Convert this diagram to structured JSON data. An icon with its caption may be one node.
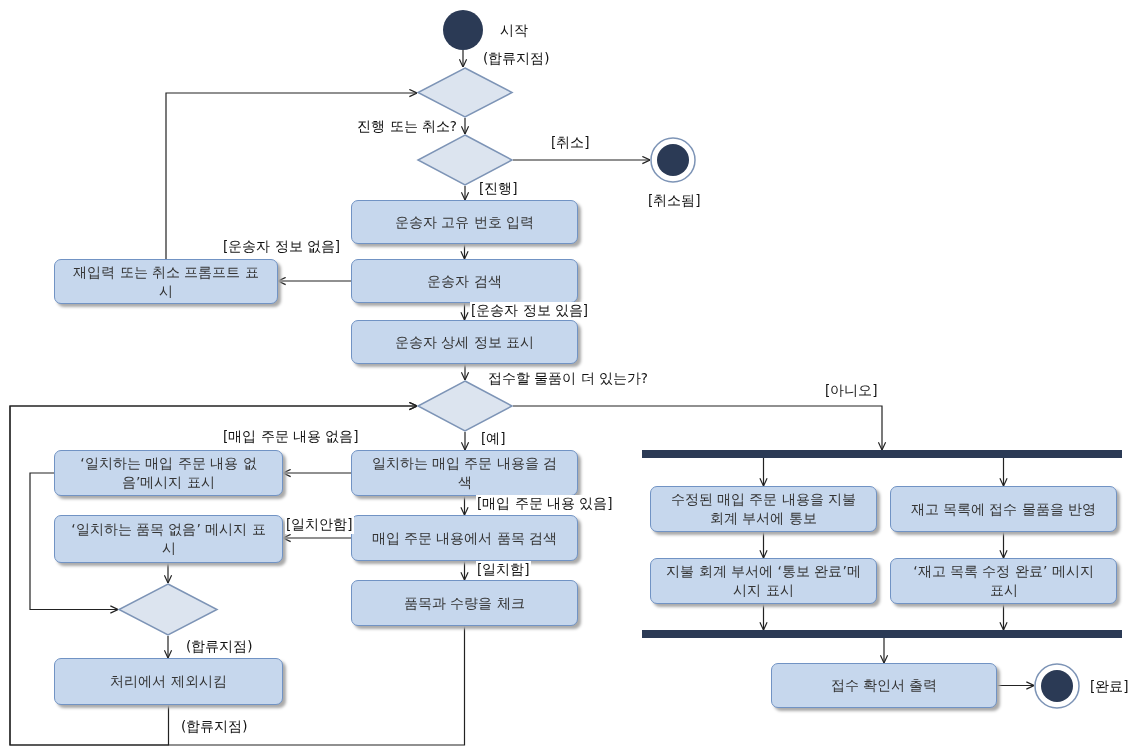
{
  "diagram": {
    "nodes": [
      {
        "text": [],
        "shape": "circle",
        "beside": [
          "시작"
        ]
      },
      {
        "text": [],
        "shape": "diamond",
        "beside": [
          "(합류지점)"
        ]
      },
      {
        "text": [],
        "shape": "diamond",
        "beside": [
          "진행 또는 취소?"
        ]
      },
      {
        "text": [],
        "shape": "circle",
        "beside": [
          "[취소됨]"
        ]
      },
      {
        "text": [
          "운송자 고유 번호 입력"
        ]
      },
      {
        "text": [
          "운송자 검색"
        ]
      },
      {
        "text": [
          "재입력 또는 취소 프롬프트 표시"
        ]
      },
      {
        "text": [
          "운송자 상세 정보 표시"
        ]
      },
      {
        "text": [],
        "shape": "diamond",
        "beside": [
          "접수할 물품이 더 있는가?"
        ]
      },
      {
        "text": [
          "일치하는 매입 주문 내용을 검색"
        ]
      },
      {
        "text": [
          "‘일치하는 매입 주문 내용 없음’메시지 표시"
        ]
      },
      {
        "text": [
          "매입 주문 내용에서 품목 검색"
        ]
      },
      {
        "text": [
          "‘일치하는 품목 없음’ 메시지 표시"
        ]
      },
      {
        "text": [
          "품목과 수량을 체크"
        ]
      },
      {
        "text": [],
        "shape": "diamond",
        "beside": [
          "(합류지점)"
        ]
      },
      {
        "text": [
          "처리에서 제외시킴"
        ]
      },
      {
        "text": [],
        "shape": "bar"
      },
      {
        "text": [
          "수정된 매입 주문 내용을 지불회계 부서에 통보"
        ]
      },
      {
        "text": [
          "재고 목록에 접수 물품을 반영"
        ]
      },
      {
        "text": [
          "지불 회계 부서에 ‘통보 완료’메시지 표시"
        ]
      },
      {
        "text": [
          "‘재고 목록 수정 완료’ 메시지 표시"
        ]
      },
      {
        "text": [],
        "shape": "bar"
      },
      {
        "text": [
          "접수 확인서 출력"
        ]
      },
      {
        "text": [],
        "shape": "circle",
        "beside": [
          "[완료]"
        ]
      }
    ],
    "edges": [
      {
        "from": 0,
        "to": 1,
        "arrow": "to"
      },
      {
        "from": 1,
        "to": 2,
        "arrow": "to"
      },
      {
        "from": 2,
        "to": 3,
        "arrow": "to",
        "label": "[취소]"
      },
      {
        "from": 2,
        "to": 4,
        "arrow": "to",
        "label": "[진행]"
      },
      {
        "from": 4,
        "to": 5,
        "arrow": "to"
      },
      {
        "from": 5,
        "to": 6,
        "arrow": "to",
        "label": "[운송자 정보 없음]"
      },
      {
        "from": 6,
        "to": 1,
        "arrow": "to"
      },
      {
        "from": 5,
        "to": 7,
        "arrow": "to",
        "label": "[운송자 정보 있음]"
      },
      {
        "from": 7,
        "to": 8,
        "arrow": "to"
      },
      {
        "from": 8,
        "to": 9,
        "arrow": "to",
        "label": "[예]"
      },
      {
        "from": 8,
        "to": 16,
        "arrow": "to",
        "label": "[아니오]"
      },
      {
        "from": 9,
        "to": 10,
        "arrow": "to",
        "label": "[매입 주문 내용 없음]"
      },
      {
        "from": 9,
        "to": 11,
        "arrow": "to",
        "label": "[매입 주문 내용 있음]"
      },
      {
        "from": 11,
        "to": 12,
        "arrow": "to",
        "label": "[일치안함]"
      },
      {
        "from": 11,
        "to": 13,
        "arrow": "to",
        "label": "[일치함]"
      },
      {
        "from": 10,
        "to": 14,
        "arrow": "to"
      },
      {
        "from": 12,
        "to": 14,
        "arrow": "to"
      },
      {
        "from": 14,
        "to": 15,
        "arrow": "to"
      },
      {
        "from": 15,
        "to": 8,
        "arrow": "to"
      },
      {
        "from": 13,
        "to": 8,
        "arrow": "to"
      },
      {
        "from": 16,
        "to": 17,
        "arrow": "to"
      },
      {
        "from": 16,
        "to": 18,
        "arrow": "to"
      },
      {
        "from": 17,
        "to": 19,
        "arrow": "to"
      },
      {
        "from": 18,
        "to": 20,
        "arrow": "to"
      },
      {
        "from": 19,
        "to": 21,
        "arrow": "to"
      },
      {
        "from": 20,
        "to": 21,
        "arrow": "to"
      },
      {
        "from": 21,
        "to": 22,
        "arrow": "to"
      },
      {
        "from": 22,
        "to": 23,
        "arrow": "to"
      }
    ],
    "labels": [
      "(합류지점)"
    ]
  }
}
